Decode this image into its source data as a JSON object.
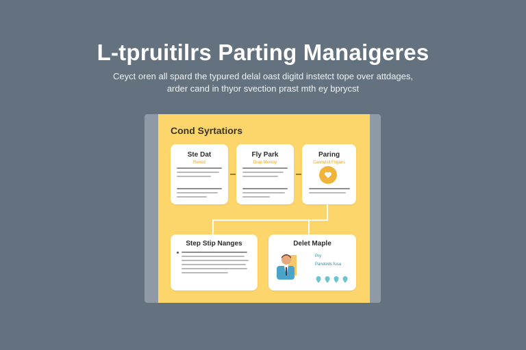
{
  "header": {
    "title": "L-tpruitilrs Parting Manaigeres",
    "subtitle_line1": "Ceyct oren all spard the typured delal oast digitd instetct tope over attdages,",
    "subtitle_line2": "arder cand in thyor svection prast mth ey bprycst"
  },
  "panel": {
    "title": "Cond Syrtatiors"
  },
  "cards": [
    {
      "title": "Ste Dat",
      "tag": "Renod"
    },
    {
      "title": "Fly Park",
      "tag": "Drap Mentoy"
    },
    {
      "title": "Paring",
      "tag": "Canmpsit Frigaes"
    },
    {
      "title": "Step Stip Nanges"
    },
    {
      "title": "Delet Maple",
      "info_line1": "Pry",
      "info_line2": "Pandolds fusa"
    }
  ],
  "colors": {
    "background": "#64727f",
    "panel": "#fcd66b",
    "accent": "#f1b43a",
    "pin": "#6ec3cd"
  },
  "icons": [
    "heart-icon",
    "person-avatar-icon",
    "location-pin-icon",
    "arrow-right-icon"
  ]
}
